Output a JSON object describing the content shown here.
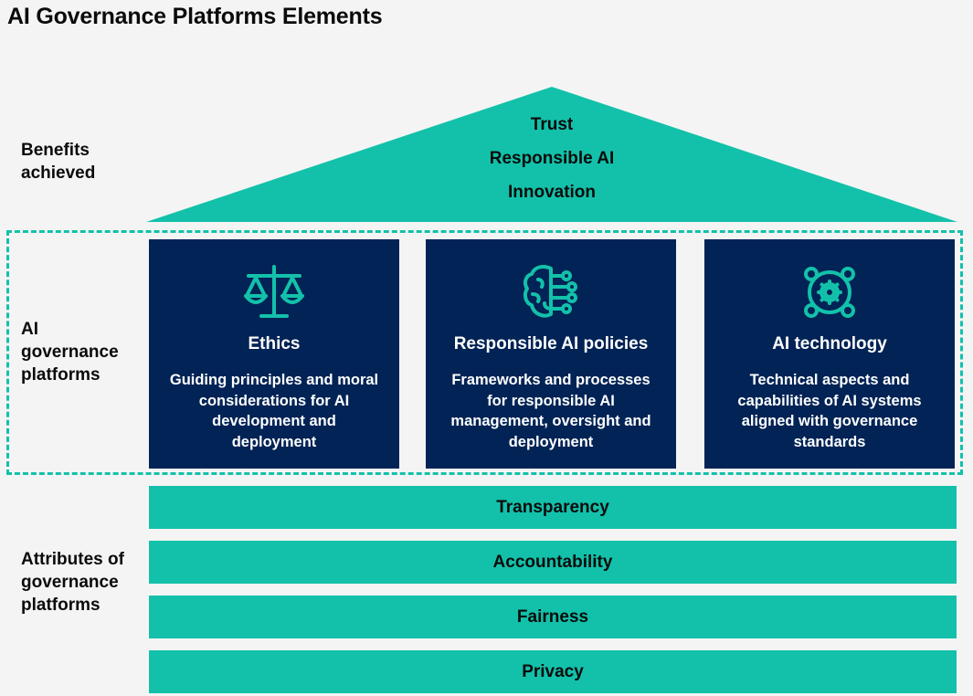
{
  "title": "AI Governance Platforms Elements",
  "colors": {
    "teal": "#13c1aa",
    "navy": "#012355",
    "background": "#f4f4f4"
  },
  "labels": {
    "benefits": "Benefits achieved",
    "platforms": "AI governance platforms",
    "attributes": "Attributes of governance platforms"
  },
  "roof": {
    "items": [
      "Trust",
      "Responsible AI",
      "Innovation"
    ]
  },
  "pillars": [
    {
      "icon": "scales-icon",
      "title": "Ethics",
      "description": "Guiding principles and moral considerations for AI development and deployment"
    },
    {
      "icon": "brain-circuit-icon",
      "title": "Responsible AI policies",
      "description": "Frameworks and processes for responsible AI management, oversight and deployment"
    },
    {
      "icon": "gear-network-icon",
      "title": "AI technology",
      "description": "Technical aspects and capabilities of AI systems aligned with governance standards"
    }
  ],
  "attributes": [
    "Transparency",
    "Accountability",
    "Fairness",
    "Privacy"
  ]
}
